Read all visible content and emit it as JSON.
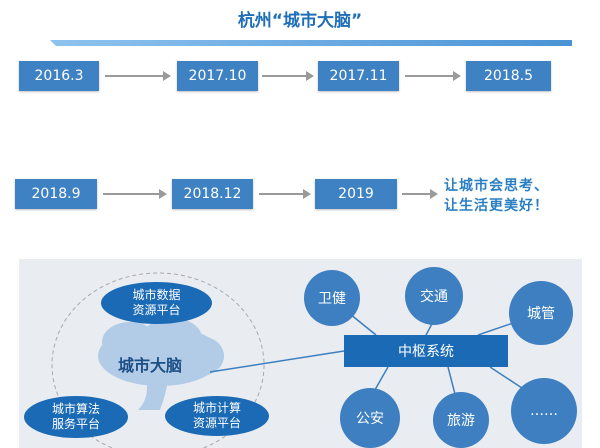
{
  "title": "杭州“城市大脑”",
  "timeline_row1": [
    "2016.3",
    "2017.10",
    "2017.11",
    "2018.5"
  ],
  "timeline_row2": [
    "2018.9",
    "2018.12",
    "2019"
  ],
  "slogan": [
    "让城市会思考、",
    "让生活更美好！"
  ],
  "diagram": {
    "brain_label": "城市大脑",
    "platforms": [
      [
        "城市数据",
        "资源平台"
      ],
      [
        "城市算法",
        "服务平台"
      ],
      [
        "城市计算",
        "资源平台"
      ]
    ],
    "hub_label": "中枢系统",
    "nodes": [
      "卫健",
      "交通",
      "城管",
      "公安",
      "旅游",
      "……"
    ]
  },
  "colors": {
    "title": "#1f6fb8",
    "box": "#3f82c4",
    "platform": "#1b6ab6",
    "node": "#3d7fc1",
    "panel": "#e9ecf0"
  }
}
